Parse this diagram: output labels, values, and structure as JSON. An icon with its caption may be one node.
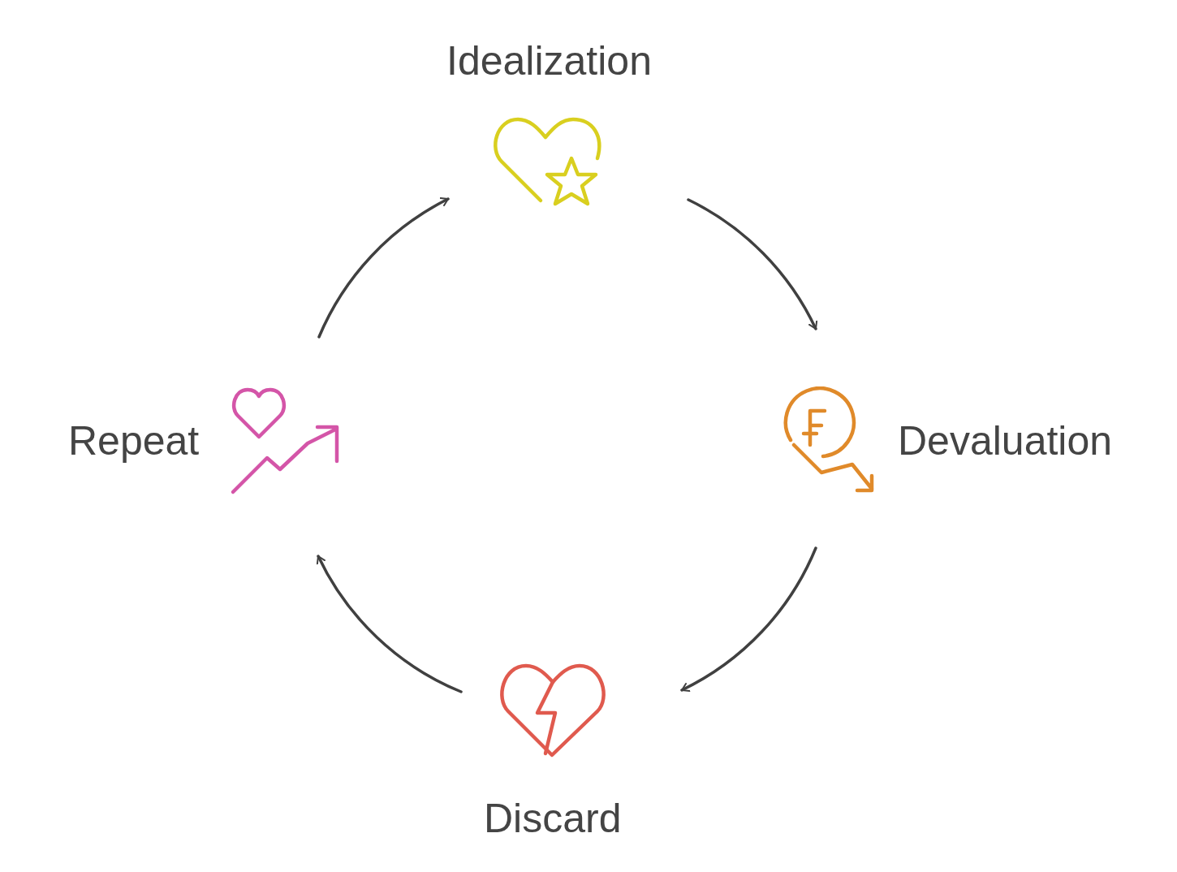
{
  "diagram": {
    "nodes": [
      {
        "text": [
          "Idealization"
        ]
      },
      {
        "text": [
          "Devaluation"
        ]
      },
      {
        "text": [
          "Discard"
        ]
      },
      {
        "text": [
          "Repeat"
        ]
      }
    ],
    "edges": [
      {
        "from": 0,
        "to": 1,
        "arrow": "to"
      },
      {
        "from": 1,
        "to": 2,
        "arrow": "to"
      },
      {
        "from": 2,
        "to": 3,
        "arrow": "to"
      },
      {
        "from": 3,
        "to": 0,
        "arrow": "to"
      }
    ]
  }
}
